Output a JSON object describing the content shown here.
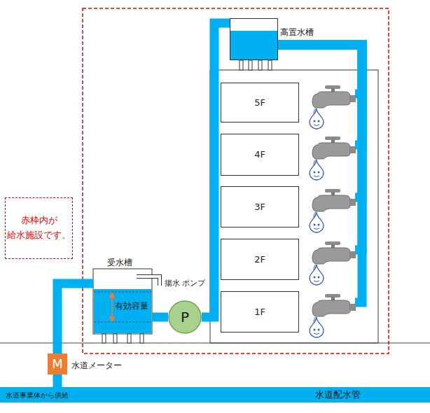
{
  "diagram": {
    "nodes": [
      {
        "text": [
          "高置水槽"
        ]
      },
      {
        "text": [
          "5F"
        ]
      },
      {
        "text": [
          "4F"
        ]
      },
      {
        "text": [
          "3F"
        ]
      },
      {
        "text": [
          "2F"
        ]
      },
      {
        "text": [
          "1F"
        ]
      },
      {
        "text": [
          "赤枠内が 給水施設です。"
        ]
      },
      {
        "text": [
          "受水槽",
          "有効容量"
        ]
      },
      {
        "text": [
          "揚水 ポンプ",
          "P"
        ]
      },
      {
        "text": [
          "M",
          "水道メーター"
        ]
      },
      {
        "text": [
          "水道事業体から供給",
          "水道配水管"
        ]
      }
    ],
    "edges": [
      {
        "from": 10,
        "to": 9,
        "arrow": "none"
      },
      {
        "from": 9,
        "to": 7,
        "arrow": "none"
      },
      {
        "from": 7,
        "to": 8,
        "arrow": "none"
      },
      {
        "from": 8,
        "to": 0,
        "arrow": "none"
      },
      {
        "from": 0,
        "to": 1,
        "arrow": "none"
      },
      {
        "from": 0,
        "to": 2,
        "arrow": "none"
      },
      {
        "from": 0,
        "to": 3,
        "arrow": "none"
      },
      {
        "from": 0,
        "to": 4,
        "arrow": "none"
      },
      {
        "from": 0,
        "to": 5,
        "arrow": "none"
      }
    ]
  }
}
